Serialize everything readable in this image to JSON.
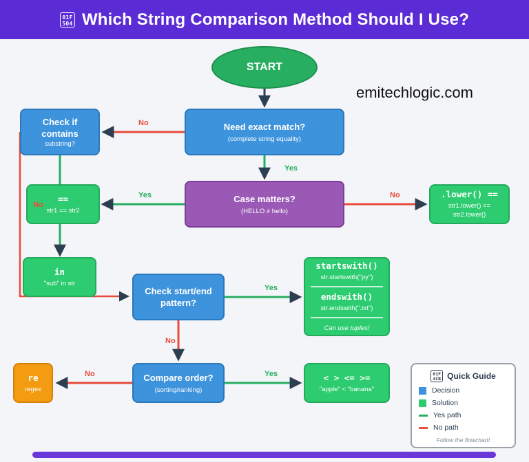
{
  "header": {
    "icon": "🔤",
    "icon_glyph": "01F\n504",
    "title": "Which String Comparison Method Should I Use?"
  },
  "watermark": "emitechlogic.com",
  "colors": {
    "header": "#5b2bd6",
    "decision": "#3d93dc",
    "purple": "#9b59b6",
    "solution": "#2ecc71",
    "orange": "#f39c12",
    "yes": "#27ae60",
    "no": "#e74c3c",
    "arrow": "#2c3e50"
  },
  "nodes": {
    "start": "START",
    "exact": {
      "title": "Need exact match?",
      "sub": "(complete string equality)"
    },
    "contains": {
      "title": "Check if contains",
      "sub": "substring?"
    },
    "case": {
      "title": "Case matters?",
      "sub": "(HELLO ≠ hello)"
    },
    "eq": {
      "title": "==",
      "sub": "str1 == str2"
    },
    "lower": {
      "title": ".lower() ==",
      "sub": "str1.lower() == str2.lower()"
    },
    "in_op": {
      "title": "in",
      "sub": "\"sub\" in str"
    },
    "pattern": {
      "title": "Check start/end pattern?"
    },
    "sw": {
      "title1": "startswith()",
      "sub1": "str.startswith(\"py\")",
      "title2": "endswith()",
      "sub2": "str.endswith(\".txt\")",
      "note": "Can use tuples!"
    },
    "order": {
      "title": "Compare order?",
      "sub": "(sorting/ranking)"
    },
    "re": {
      "title": "re",
      "sub": "regex"
    },
    "ops": {
      "title": "<  >  <=  >=",
      "sub": "\"apple\" < \"banana\""
    }
  },
  "edges": {
    "yes": "Yes",
    "no": "No"
  },
  "legend": {
    "title": "Quick Guide",
    "icon_glyph": "01F\n4CB",
    "items": [
      "Decision",
      "Solution",
      "Yes path",
      "No path"
    ],
    "footer": "Follow the flowchart!"
  }
}
